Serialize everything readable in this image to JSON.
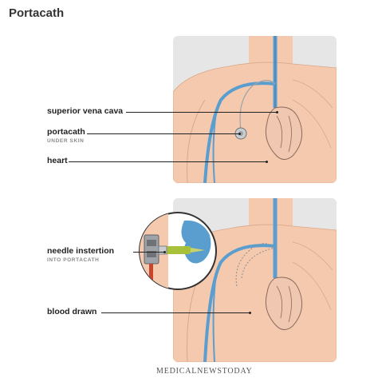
{
  "title": "Portacath",
  "labels": {
    "svc": "superior vena cava",
    "portacath": "portacath",
    "portacath_sub": "UNDER SKIN",
    "heart": "heart",
    "needle": "needle instertion",
    "needle_sub": "INTO PORTACATH",
    "blood": "blood drawn"
  },
  "brand": "MEDICALNEWSTODAY",
  "colors": {
    "background_panel": "#e6e6e7",
    "skin": "#f4c9ae",
    "skin_outline": "#d9a88a",
    "vein_blue": "#5a9ecf",
    "vein_dark": "#3f7fb0",
    "needle_green": "#a9c13a",
    "blood_red": "#c8442b",
    "device_gray": "#9fa3a7"
  }
}
